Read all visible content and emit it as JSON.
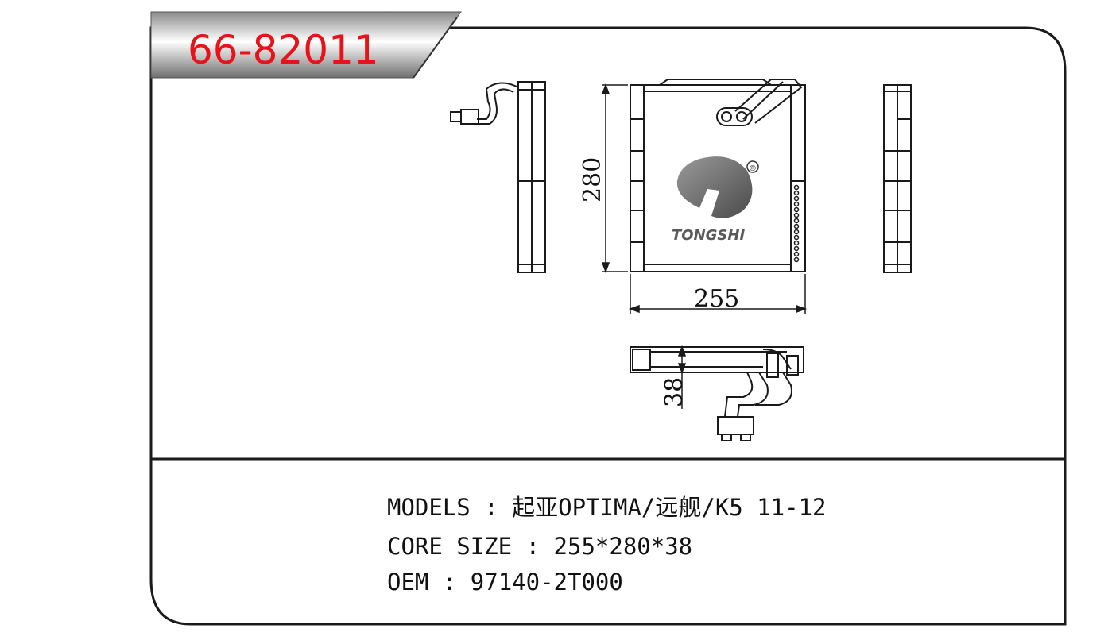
{
  "part_number": "66-82011",
  "dimensions": {
    "width": "255",
    "height": "280",
    "depth": "38"
  },
  "logo": {
    "brand": "TONGSHI",
    "registered_mark": "®"
  },
  "specs": {
    "models_label": "MODELS",
    "models_value": "起亚OPTIMA/远舰/K5 11-12",
    "core_label": "CORE SIZE",
    "core_value": "255*280*38",
    "oem_label": "OEM",
    "oem_value": "97140-2T000",
    "separator": " : "
  },
  "colors": {
    "title_red": "#e8121a",
    "line": "#1a1a1a"
  }
}
